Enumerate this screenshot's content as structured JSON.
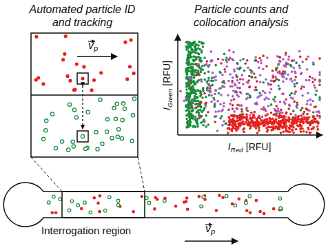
{
  "diagram": {
    "labels": [
      "Automated particle ID and tracking",
      "Particle counts and collocation analysis",
      "v",
      "p",
      "I",
      "Green",
      "[RFU]",
      "I",
      "Red",
      "[RFU]",
      "Interrogation region",
      "v",
      "p"
    ]
  }
}
